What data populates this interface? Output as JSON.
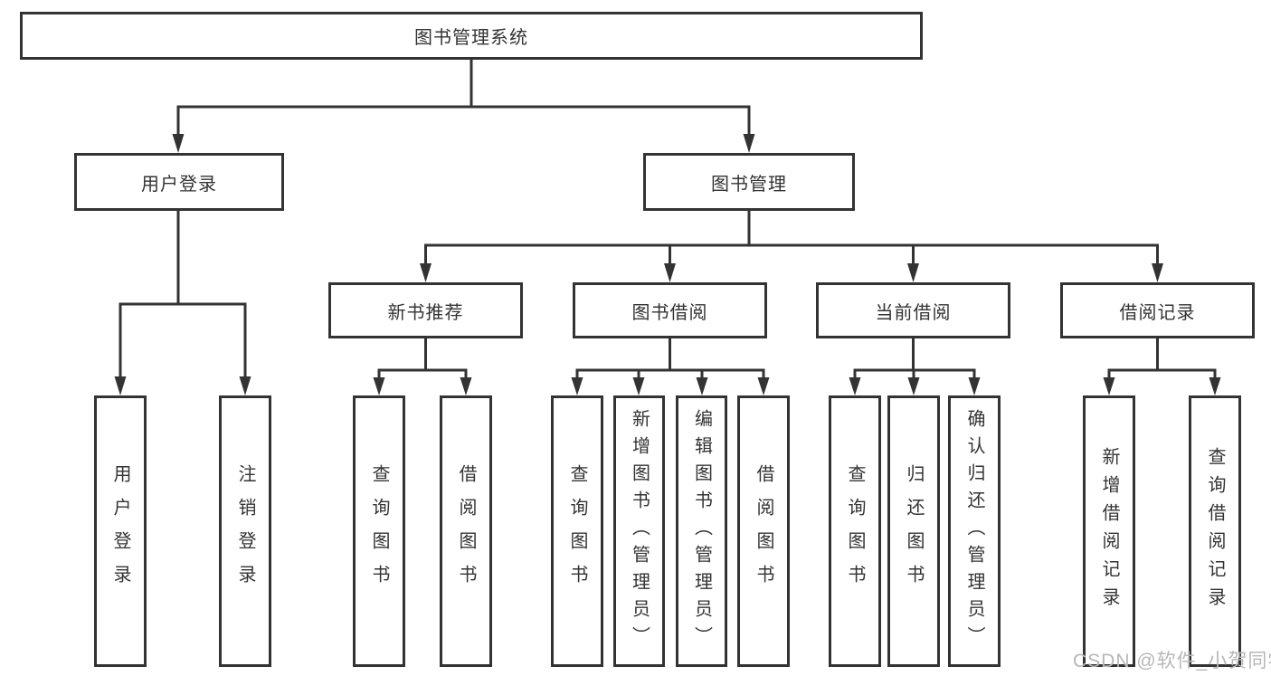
{
  "diagram": {
    "root": {
      "label": "图书管理系统"
    },
    "level2": [
      {
        "label": "用户登录"
      },
      {
        "label": "图书管理"
      }
    ],
    "level3": [
      {
        "label": "新书推荐"
      },
      {
        "label": "图书借阅"
      },
      {
        "label": "当前借阅"
      },
      {
        "label": "借阅记录"
      }
    ],
    "leaves": [
      {
        "label": "用户登录"
      },
      {
        "label": "注销登录"
      },
      {
        "label": "查询图书"
      },
      {
        "label": "借阅图书"
      },
      {
        "label": "查询图书"
      },
      {
        "label": "新增图书（管理员）"
      },
      {
        "label": "编辑图书（管理员）"
      },
      {
        "label": "借阅图书"
      },
      {
        "label": "查询图书"
      },
      {
        "label": "归还图书"
      },
      {
        "label": "确认归还（管理员）"
      },
      {
        "label": "新增借阅记录"
      },
      {
        "label": "查询借阅记录"
      }
    ],
    "watermark": "CSDN @软件_小贺同学",
    "colors": {
      "line": "#333333",
      "text": "#333333",
      "watermark": "#b7b7b7",
      "background": "#ffffff"
    }
  }
}
